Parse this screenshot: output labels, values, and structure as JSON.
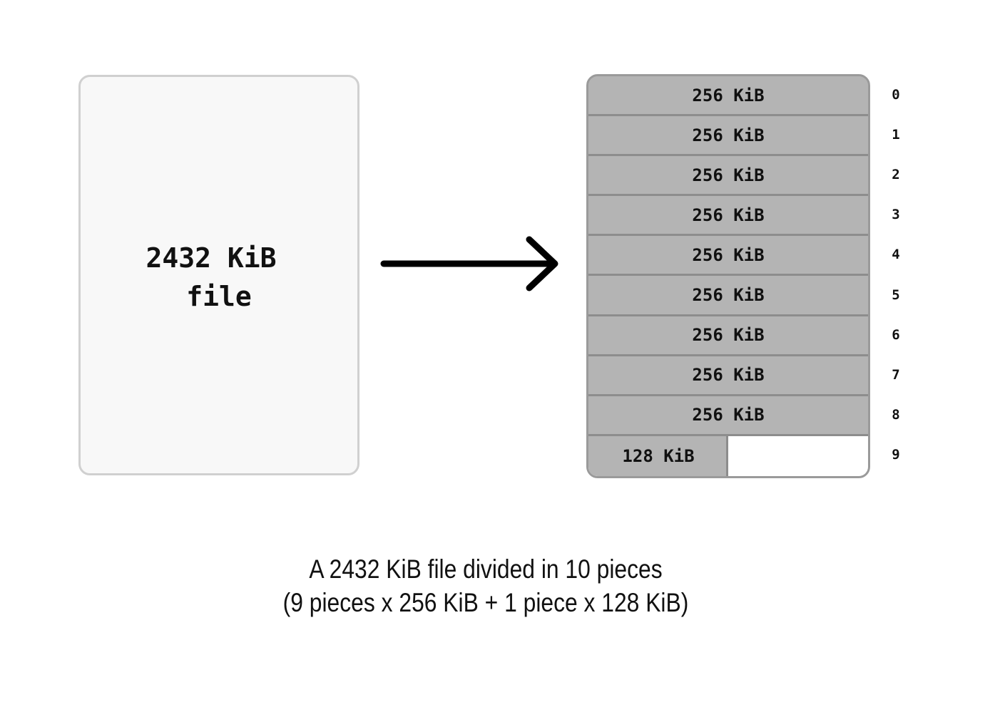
{
  "file": {
    "size_label": "2432 KiB",
    "word": "file"
  },
  "pieces": [
    {
      "index": "0",
      "label": "256 KiB",
      "fill": 1.0
    },
    {
      "index": "1",
      "label": "256 KiB",
      "fill": 1.0
    },
    {
      "index": "2",
      "label": "256 KiB",
      "fill": 1.0
    },
    {
      "index": "3",
      "label": "256 KiB",
      "fill": 1.0
    },
    {
      "index": "4",
      "label": "256 KiB",
      "fill": 1.0
    },
    {
      "index": "5",
      "label": "256 KiB",
      "fill": 1.0
    },
    {
      "index": "6",
      "label": "256 KiB",
      "fill": 1.0
    },
    {
      "index": "7",
      "label": "256 KiB",
      "fill": 1.0
    },
    {
      "index": "8",
      "label": "256 KiB",
      "fill": 1.0
    },
    {
      "index": "9",
      "label": "128 KiB",
      "fill": 0.5
    }
  ],
  "caption": {
    "line1": "A 2432 KiB file divided in 10 pieces",
    "line2": "(9 pieces x 256 KiB + 1 piece x 128 KiB)"
  },
  "colors": {
    "piece_fill": "#b4b4b4",
    "piece_border": "#8d8d8d",
    "file_fill": "#f8f8f8",
    "file_border": "#d0d0d0",
    "text": "#111111"
  }
}
